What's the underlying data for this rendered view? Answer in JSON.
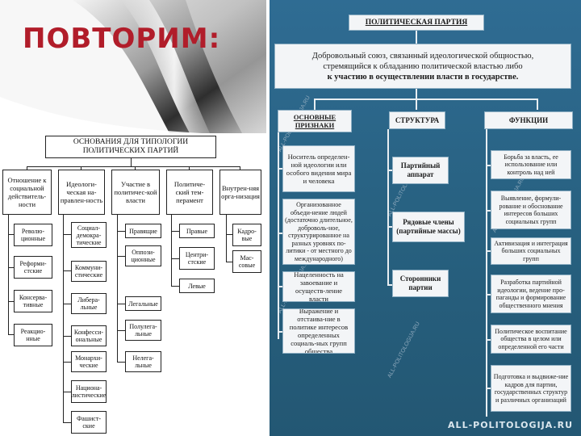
{
  "slide": {
    "title": "ПОВТОРИМ:"
  },
  "typology": {
    "header": "ОСНОВАНИЯ ДЛЯ ТИПОЛОГИИ ПОЛИТИЧЕСКИХ ПАРТИЙ",
    "columns": [
      {
        "label": "Отношение к социальной действитель-ности",
        "items": [
          "Револю-ционные",
          "Реформи-стские",
          "Консерва-тивные",
          "Реакцио-нные"
        ]
      },
      {
        "label": "Идеологи-ческая на-правлен-ность",
        "items": [
          "Социал-демокра-тические",
          "Коммуни-стические",
          "Либера-льные",
          "Конфесси-ональные",
          "Монархи-ческие",
          "Национа-листические",
          "Фашист-ские"
        ]
      },
      {
        "label": "Участие в политичес-кой власти",
        "items": [
          "Правящие",
          "Оппози-ционные",
          "Легальные",
          "Полулега-льные",
          "Нелега-льные"
        ]
      },
      {
        "label": "Политиче-ский тем-перамент",
        "items": [
          "Правые",
          "Центри-стские",
          "Левые"
        ]
      },
      {
        "label": "Внутрен-няя орга-низация",
        "items": [
          "Кадро-вые",
          "Мас-совые"
        ]
      }
    ]
  },
  "party": {
    "title": "ПОЛИТИЧЕСКАЯ ПАРТИЯ",
    "definition": {
      "line1": "Добровольный союз, связанный идеологической общностью,",
      "line2": "стремящийся к обладанию политической властью либо",
      "line3": "к участию в осуществлении власти в государстве."
    },
    "features": {
      "header": "ОСНОВНЫЕ ПРИЗНАКИ",
      "items": [
        "Носитель определен-ной идеологии или особого видения мира и человека",
        "Организованное объеди-нение людей (достаточно длительное, доброволь-ное, структурированное на разных уровнях по-литики - от местного до международного)",
        "Нацеленность на завоевание и осуществ-ление власти",
        "Выражение и отстаива-ние в политике интересов определенных социаль-ных групп общества"
      ]
    },
    "structure": {
      "header": "СТРУКТУРА",
      "items": [
        "Партийный аппарат",
        "Рядовые члены (партийные массы)",
        "Сторонники партии"
      ]
    },
    "functions": {
      "header": "ФУНКЦИИ",
      "items": [
        "Борьба за власть, ее использование или контроль над ней",
        "Выявление, формули-рование и обоснование интересов больших социальных групп",
        "Активизация и интеграция больших социальных групп",
        "Разработка партийной идеологии, ведение про-паганды и формирование общественного мнения",
        "Политическое воспитание общества в целом или определенной его части",
        "Подготовка и выдвиже-ние кадров для партии, государственных структур и различных организаций"
      ]
    },
    "watermark": "ALL-POLITOLOGIJA.RU",
    "site_mark": "ALL-POLITOLOGIJA.RU"
  },
  "colors": {
    "title_red": "#b11d2a",
    "panel_blue": "#2c6a90",
    "box_fill": "#f3f5f7"
  }
}
